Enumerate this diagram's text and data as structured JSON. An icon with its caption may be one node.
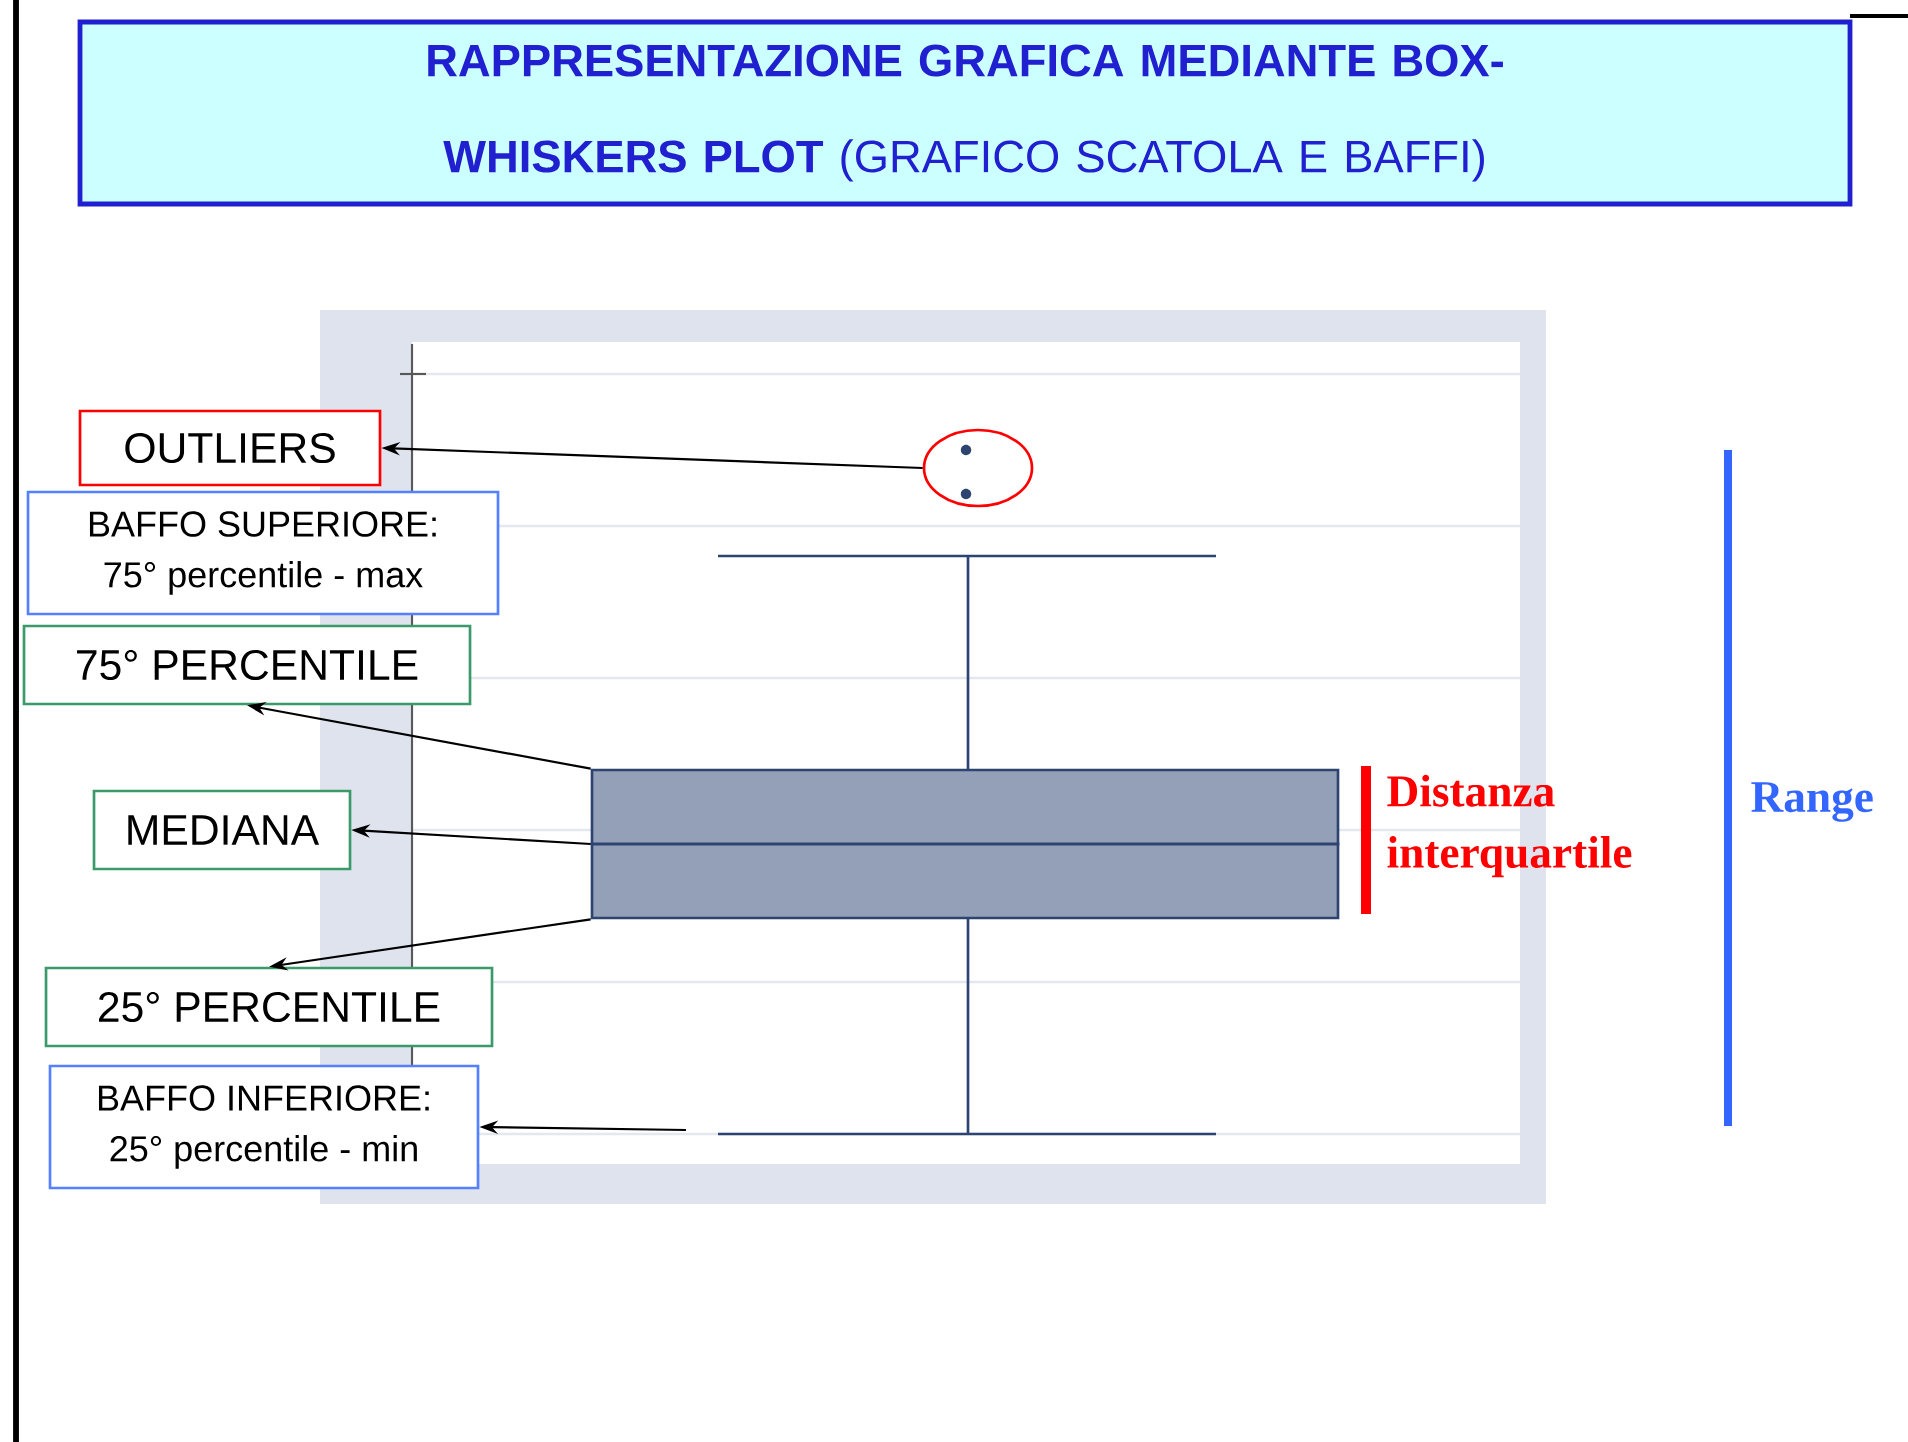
{
  "diagram": {
    "title": "**RAPPRESENTAZIONE GRAFICA MEDIANTE BOX-WHISKERS PLOT** (GRAFICO SCATOLA E BAFFI)",
    "nodes": [
      {
        "text": [
          "OUTLIERS"
        ]
      },
      {
        "text": [
          "BAFFO SUPERIORE:",
          "75° percentile - max"
        ]
      },
      {
        "text": [
          "75° PERCENTILE"
        ]
      },
      {
        "text": [
          "MEDIANA"
        ]
      },
      {
        "text": [
          "25° PERCENTILE"
        ]
      },
      {
        "text": [
          "BAFFO INFERIORE:",
          "25° percentile - min"
        ]
      },
      {
        "text": [],
        "shape": "circle"
      },
      {
        "text": [],
        "shape": "box"
      }
    ],
    "edges": [
      {
        "from": 6,
        "to": 0,
        "arrow": "to"
      },
      {
        "from": 7,
        "to": 2,
        "arrow": "to"
      },
      {
        "from": 7,
        "to": 3,
        "arrow": "to"
      },
      {
        "from": 7,
        "to": 4,
        "arrow": "to"
      },
      {
        "from": null,
        "to": 5,
        "arrow": "to"
      }
    ],
    "labels": [
      "Distanza interquartile",
      "Range"
    ]
  }
}
